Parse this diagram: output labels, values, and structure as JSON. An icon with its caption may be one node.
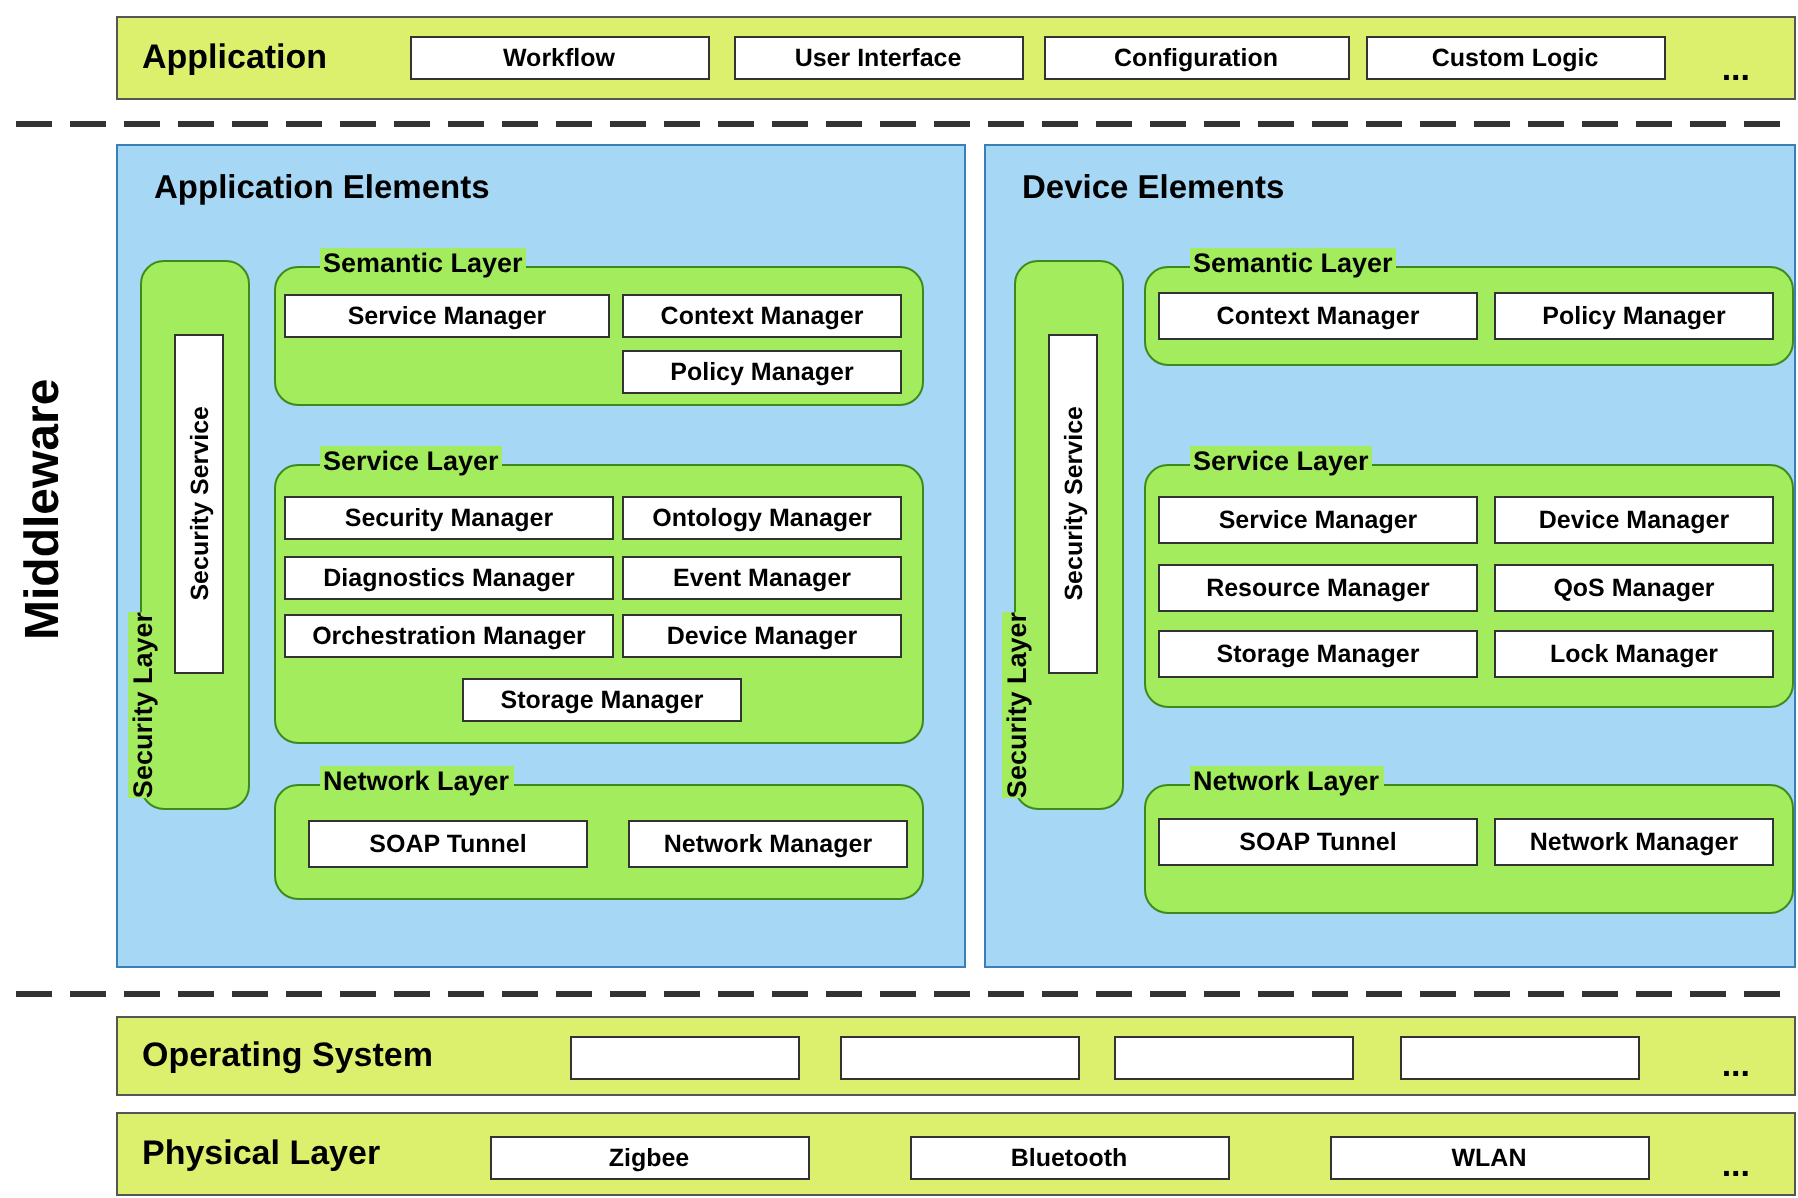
{
  "diagram": {
    "nodes": [
      {
        "text": [
          "Application",
          "..."
        ]
      },
      {
        "text": [
          "Workflow"
        ],
        "in": 0
      },
      {
        "text": [
          "User Interface"
        ],
        "in": 0
      },
      {
        "text": [
          "Configuration"
        ],
        "in": 0
      },
      {
        "text": [
          "Custom Logic"
        ],
        "in": 0
      },
      {
        "text": [
          "Application Elements"
        ]
      },
      {
        "text": [
          "Security Layer"
        ],
        "in": 5
      },
      {
        "text": [
          "Security Service"
        ],
        "in": 6
      },
      {
        "text": [
          "Semantic Layer"
        ],
        "in": 5
      },
      {
        "text": [
          "Service Manager"
        ],
        "in": 8
      },
      {
        "text": [
          "Context Manager"
        ],
        "in": 8
      },
      {
        "text": [
          "Policy Manager"
        ],
        "in": 8
      },
      {
        "text": [
          "Service Layer"
        ],
        "in": 5
      },
      {
        "text": [
          "Security Manager"
        ],
        "in": 12
      },
      {
        "text": [
          "Ontology Manager"
        ],
        "in": 12
      },
      {
        "text": [
          "Diagnostics Manager"
        ],
        "in": 12
      },
      {
        "text": [
          "Event Manager"
        ],
        "in": 12
      },
      {
        "text": [
          "Orchestration Manager"
        ],
        "in": 12
      },
      {
        "text": [
          "Device Manager"
        ],
        "in": 12
      },
      {
        "text": [
          "Storage Manager"
        ],
        "in": 12
      },
      {
        "text": [
          "Network Layer"
        ],
        "in": 5
      },
      {
        "text": [
          "SOAP Tunnel"
        ],
        "in": 20
      },
      {
        "text": [
          "Network Manager"
        ],
        "in": 20
      },
      {
        "text": [
          "Device Elements"
        ]
      },
      {
        "text": [
          "Security Layer"
        ],
        "in": 23
      },
      {
        "text": [
          "Security Service"
        ],
        "in": 24
      },
      {
        "text": [
          "Semantic Layer"
        ],
        "in": 23
      },
      {
        "text": [
          "Context Manager"
        ],
        "in": 26
      },
      {
        "text": [
          "Policy Manager"
        ],
        "in": 26
      },
      {
        "text": [
          "Service Layer"
        ],
        "in": 23
      },
      {
        "text": [
          "Service Manager"
        ],
        "in": 29
      },
      {
        "text": [
          "Device Manager"
        ],
        "in": 29
      },
      {
        "text": [
          "Resource Manager"
        ],
        "in": 29
      },
      {
        "text": [
          "QoS Manager"
        ],
        "in": 29
      },
      {
        "text": [
          "Storage Manager"
        ],
        "in": 29
      },
      {
        "text": [
          "Lock Manager"
        ],
        "in": 29
      },
      {
        "text": [
          "Network Layer"
        ],
        "in": 23
      },
      {
        "text": [
          "SOAP Tunnel"
        ],
        "in": 36
      },
      {
        "text": [
          "Network Manager"
        ],
        "in": 36
      },
      {
        "text": [
          "Operating System",
          "..."
        ]
      },
      {
        "text": [],
        "shape": "box",
        "in": 39
      },
      {
        "text": [],
        "shape": "box",
        "in": 39
      },
      {
        "text": [],
        "shape": "box",
        "in": 39
      },
      {
        "text": [],
        "shape": "box",
        "in": 39
      },
      {
        "text": [
          "Physical Layer",
          "..."
        ]
      },
      {
        "text": [
          "Zigbee"
        ],
        "in": 44
      },
      {
        "text": [
          "Bluetooth"
        ],
        "in": 44
      },
      {
        "text": [
          "WLAN"
        ],
        "in": 44
      }
    ],
    "labels": [
      "Middleware"
    ]
  }
}
